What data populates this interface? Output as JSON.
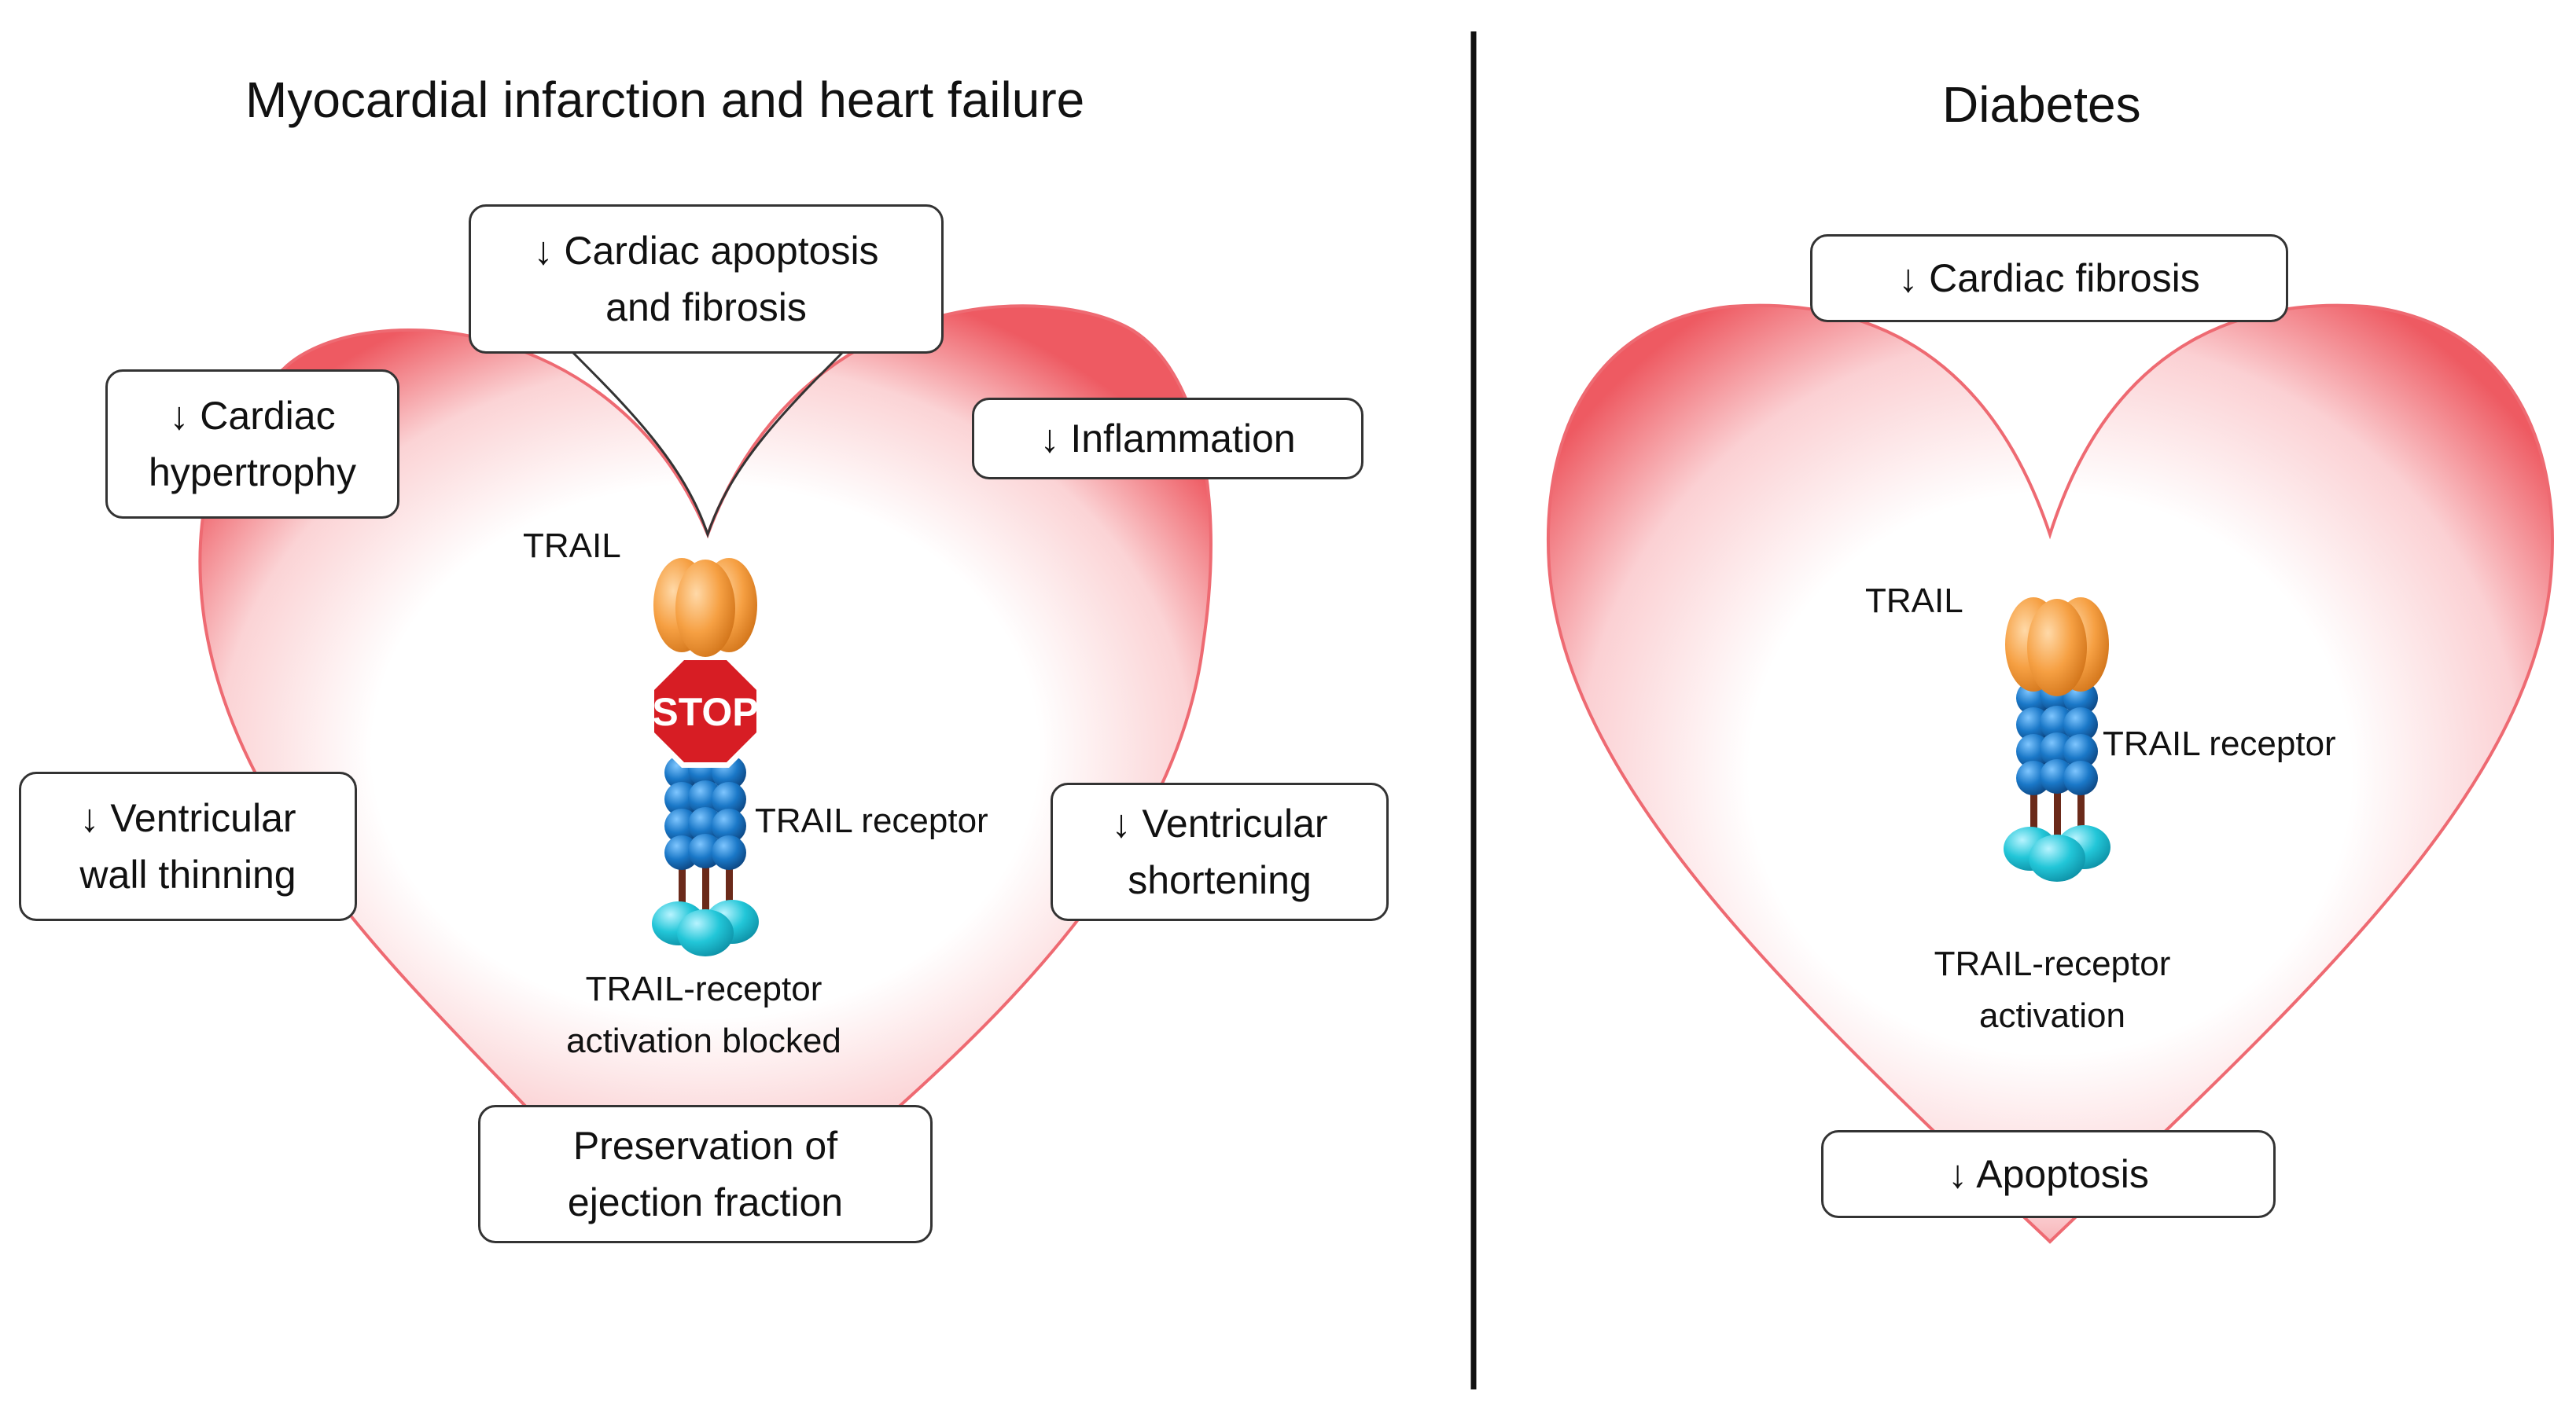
{
  "panels": {
    "left": {
      "title": "Myocardial infarction and heart failure",
      "boxes": {
        "apoptosis_fibrosis": "↓ Cardiac apoptosis\nand fibrosis",
        "hypertrophy": "↓ Cardiac\nhypertrophy",
        "inflammation": "↓ Inflammation",
        "wall_thinning": "↓ Ventricular\nwall thinning",
        "shortening": "↓ Ventricular\nshortening",
        "ejection_fraction": "Preservation  of\nejection fraction"
      },
      "labels": {
        "trail": "TRAIL",
        "receptor": "TRAIL receptor",
        "stop_sign": "STOP",
        "activation": "TRAIL-receptor\nactivation blocked"
      }
    },
    "right": {
      "title": "Diabetes",
      "boxes": {
        "fibrosis": "↓ Cardiac fibrosis",
        "apoptosis": "↓ Apoptosis"
      },
      "labels": {
        "trail": "TRAIL",
        "receptor": "TRAIL receptor",
        "activation": "TRAIL-receptor\nactivation"
      }
    }
  },
  "colors": {
    "heart_edge": "#ee5a62",
    "heart_center": "#ffffff",
    "trail_ligand": "#f29a3a",
    "receptor_domains": "#1a78c8",
    "receptor_base": "#22c6d8",
    "stop_sign": "#d71d24",
    "divider": "#111111"
  }
}
